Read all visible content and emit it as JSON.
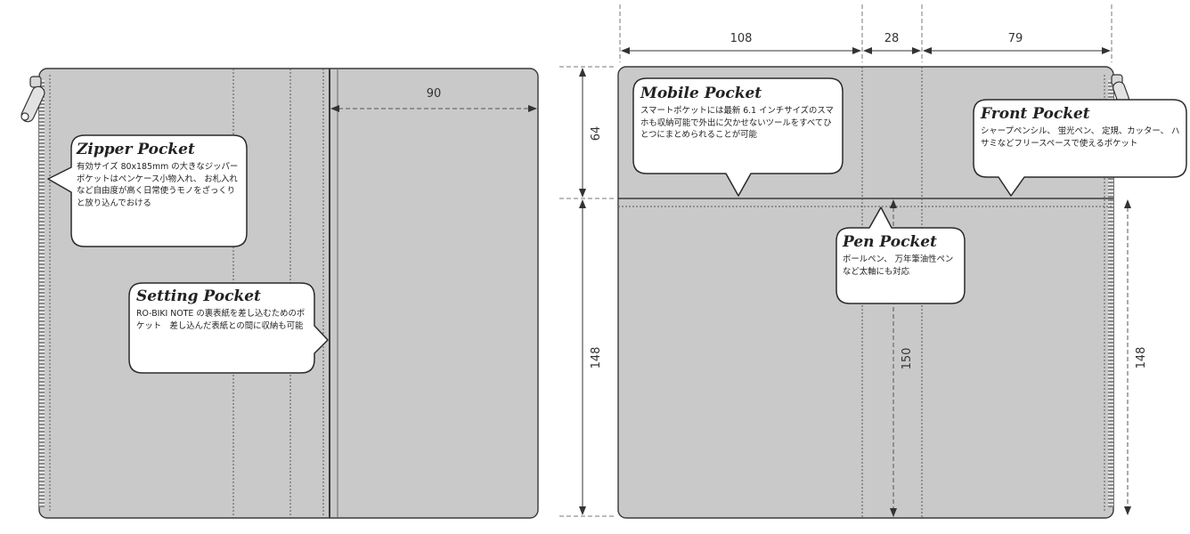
{
  "colors": {
    "panel": "#c9c9c9",
    "outline": "#3a3a3a",
    "dashed": "#555555",
    "bubble_fill": "#ffffff"
  },
  "dimensions": {
    "left_pocket_width": "90",
    "top_widths": [
      "108",
      "28",
      "79"
    ],
    "left_heights": [
      "64",
      "148"
    ],
    "middle_height": "150",
    "right_height": "148"
  },
  "callouts": {
    "zipper": {
      "title": "Zipper Pocket",
      "body": "有効サイズ 80x185mm の大きなジッパーポケットはペンケース小物入れ、 お札入れなど自由度が高く日常使うモノをざっくりと放り込んでおける"
    },
    "setting": {
      "title": "Setting Pocket",
      "body": "RO-BIKI NOTE の裏表紙を差し込むためのポケット　差し込んだ表紙との間に収納も可能"
    },
    "mobile": {
      "title": "Mobile Pocket",
      "body": "スマートポケットには最新 6.1 インチサイズのスマホも収納可能で外出に欠かせないツールをすべてひとつにまとめられることが可能"
    },
    "front": {
      "title": "Front Pocket",
      "body": "シャープペンシル、 蛍光ペン、 定規、カッター、 ハサミなどフリースペースで使えるポケット"
    },
    "pen": {
      "title": "Pen Pocket",
      "body": "ボールペン、 万年筆油性ペンなど太軸にも対応"
    }
  },
  "icons": [
    "zipper-pull-icon"
  ]
}
